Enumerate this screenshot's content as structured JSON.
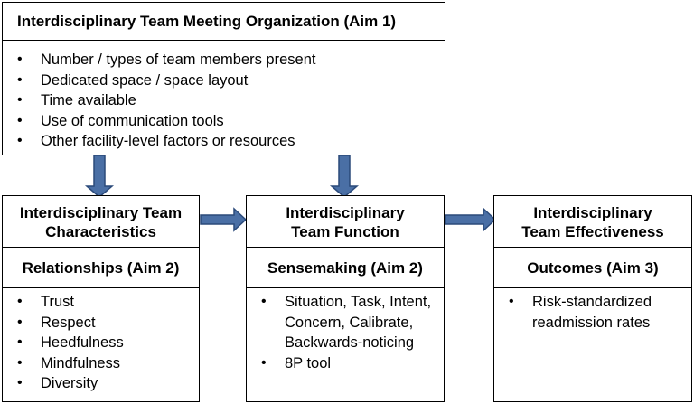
{
  "top_box": {
    "title": "Interdisciplinary Team Meeting Organization (Aim 1)",
    "items": [
      "Number / types of team members present",
      "Dedicated space / space layout",
      "Time available",
      "Use of communication tools",
      "Other facility-level factors or resources"
    ]
  },
  "characteristics": {
    "title": "Interdisciplinary Team Characteristics",
    "subtitle": "Relationships (Aim 2)",
    "items": [
      "Trust",
      "Respect",
      "Heedfulness",
      "Mindfulness",
      "Diversity"
    ]
  },
  "function": {
    "title": "Interdisciplinary Team Function",
    "subtitle": "Sensemaking (Aim 2)",
    "items": [
      "Situation, Task, Intent, Concern, Calibrate, Backwards-noticing",
      "8P tool"
    ]
  },
  "effectiveness": {
    "title": "Interdisciplinary Team Effectiveness",
    "subtitle": "Outcomes (Aim 3)",
    "items": [
      "Risk-standardized readmission rates"
    ]
  },
  "colors": {
    "arrow_fill": "#4a6fa5",
    "arrow_stroke": "#2b4a7a",
    "border": "#000000"
  }
}
